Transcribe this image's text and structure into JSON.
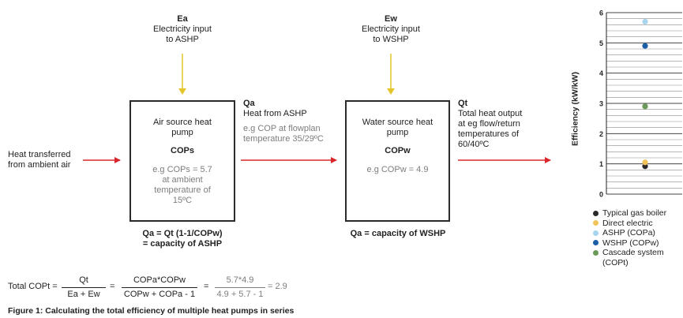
{
  "ea": {
    "title": "Ea",
    "line1": "Electricity input",
    "line2": "to ASHP"
  },
  "ew": {
    "title": "Ew",
    "line1": "Electricity input",
    "line2": "to WSHP"
  },
  "ambient": {
    "line1": "Heat transferred",
    "line2": "from ambient air"
  },
  "ashp_box": {
    "title1": "Air source heat",
    "title2": "pump",
    "cop": "COPs",
    "ex1": "e.g COPs = 5.7",
    "ex2": "at ambient",
    "ex3": "temperature of",
    "ex4": "15ºC"
  },
  "qa_mid": {
    "title": "Qa",
    "line1": "Heat from ASHP",
    "ex1": "e.g COP at flowplan",
    "ex2": "temperature 35/29ºC"
  },
  "wshp_box": {
    "title1": "Water source heat",
    "title2": "pump",
    "cop": "COPw",
    "ex1": "e.g COPw = 4.9"
  },
  "qt": {
    "title": "Qt",
    "l1": "Total heat output",
    "l2": "at eg flow/return",
    "l3": "temperatures of",
    "l4": "60/40ºC"
  },
  "qa_ashp": {
    "line1": "Qa = Qt (1-1/COPw)",
    "line2": "= capacity of ASHP"
  },
  "qa_wshp": {
    "line1": "Qa = capacity of WSHP"
  },
  "formula": {
    "lhs": "Total COPt =",
    "f1_num": "Qt",
    "f1_den": "Ea + Ew",
    "eq1": "=",
    "f2_num": "COPa*COPw",
    "f2_den": "COPw + COPa - 1",
    "eq2": "=",
    "f3_num": "5.7*4.9",
    "f3_den": "4.9 + 5.7 - 1",
    "result": "= 2.9"
  },
  "caption": "Figure 1: Calculating the total efficiency of multiple heat pumps in series",
  "chart_data": {
    "type": "scatter",
    "ylabel": "Efficiency (kW/kW)",
    "ylim": [
      0,
      6
    ],
    "y_ticks": [
      "0",
      "1",
      "2",
      "3",
      "4",
      "5",
      "6"
    ],
    "grid": true,
    "legend_position": "bottom",
    "series": [
      {
        "name": "Typical gas boiler",
        "y": 0.92,
        "color": "#2a2a2a"
      },
      {
        "name": "Direct electric",
        "y": 1.05,
        "color": "#f2c35a"
      },
      {
        "name": "ASHP (COPa)",
        "y": 5.7,
        "color": "#a9d4ee"
      },
      {
        "name": "WSHP (COPw)",
        "y": 4.9,
        "color": "#1c5fa6"
      },
      {
        "name": "Cascade system (COPt)",
        "y": 2.9,
        "color": "#6a9a5a"
      }
    ]
  }
}
